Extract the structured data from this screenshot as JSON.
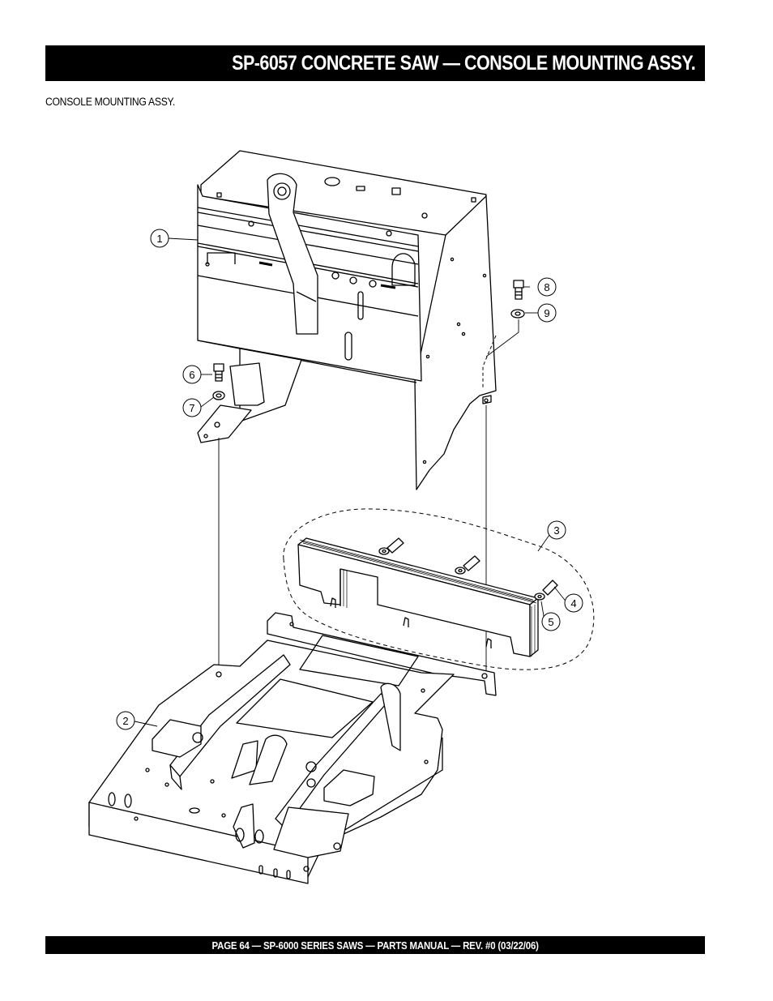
{
  "header": {
    "title": "SP-6057 CONCRETE SAW —  CONSOLE MOUNTING ASSY."
  },
  "section": {
    "label": "CONSOLE MOUNTING ASSY."
  },
  "callouts": [
    "1",
    "2",
    "3",
    "4",
    "5",
    "6",
    "7",
    "8",
    "9"
  ],
  "footer": {
    "text": "PAGE 64 — SP-6000 SERIES SAWS  — PARTS MANUAL — REV. #0 (03/22/06)"
  }
}
